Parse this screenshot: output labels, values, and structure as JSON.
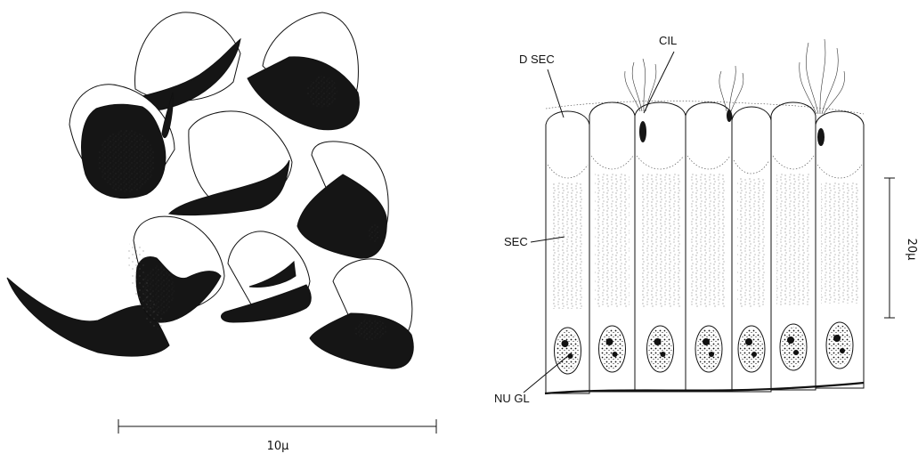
{
  "labels": {
    "d_sec": "D SEC",
    "cil": "CIL",
    "sec": "SEC",
    "nu_gl": "NU GL"
  },
  "scale_bars": {
    "left": "10μ",
    "right": "20μ"
  },
  "colors": {
    "ink": "#151515",
    "paper": "#ffffff"
  }
}
